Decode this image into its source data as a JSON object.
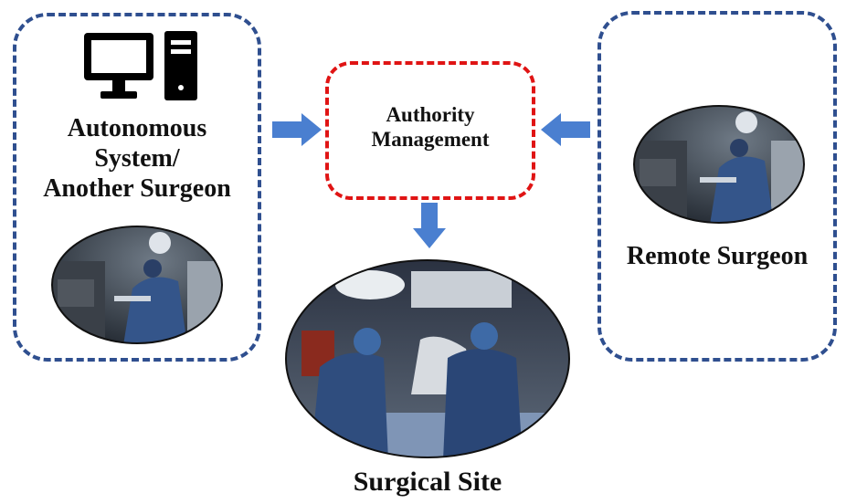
{
  "left_box": {
    "label_lines": [
      "Autonomous",
      "System/",
      "Another Surgeon"
    ],
    "icon": "computer-icon"
  },
  "center_box": {
    "label_lines": [
      "Authority",
      "Management"
    ]
  },
  "right_box": {
    "label": "Remote Surgeon"
  },
  "bottom": {
    "label": "Surgical Site"
  },
  "colors": {
    "blue_border": "#2f4f8f",
    "red_border": "#e01414",
    "arrow": "#4a7fd0"
  }
}
